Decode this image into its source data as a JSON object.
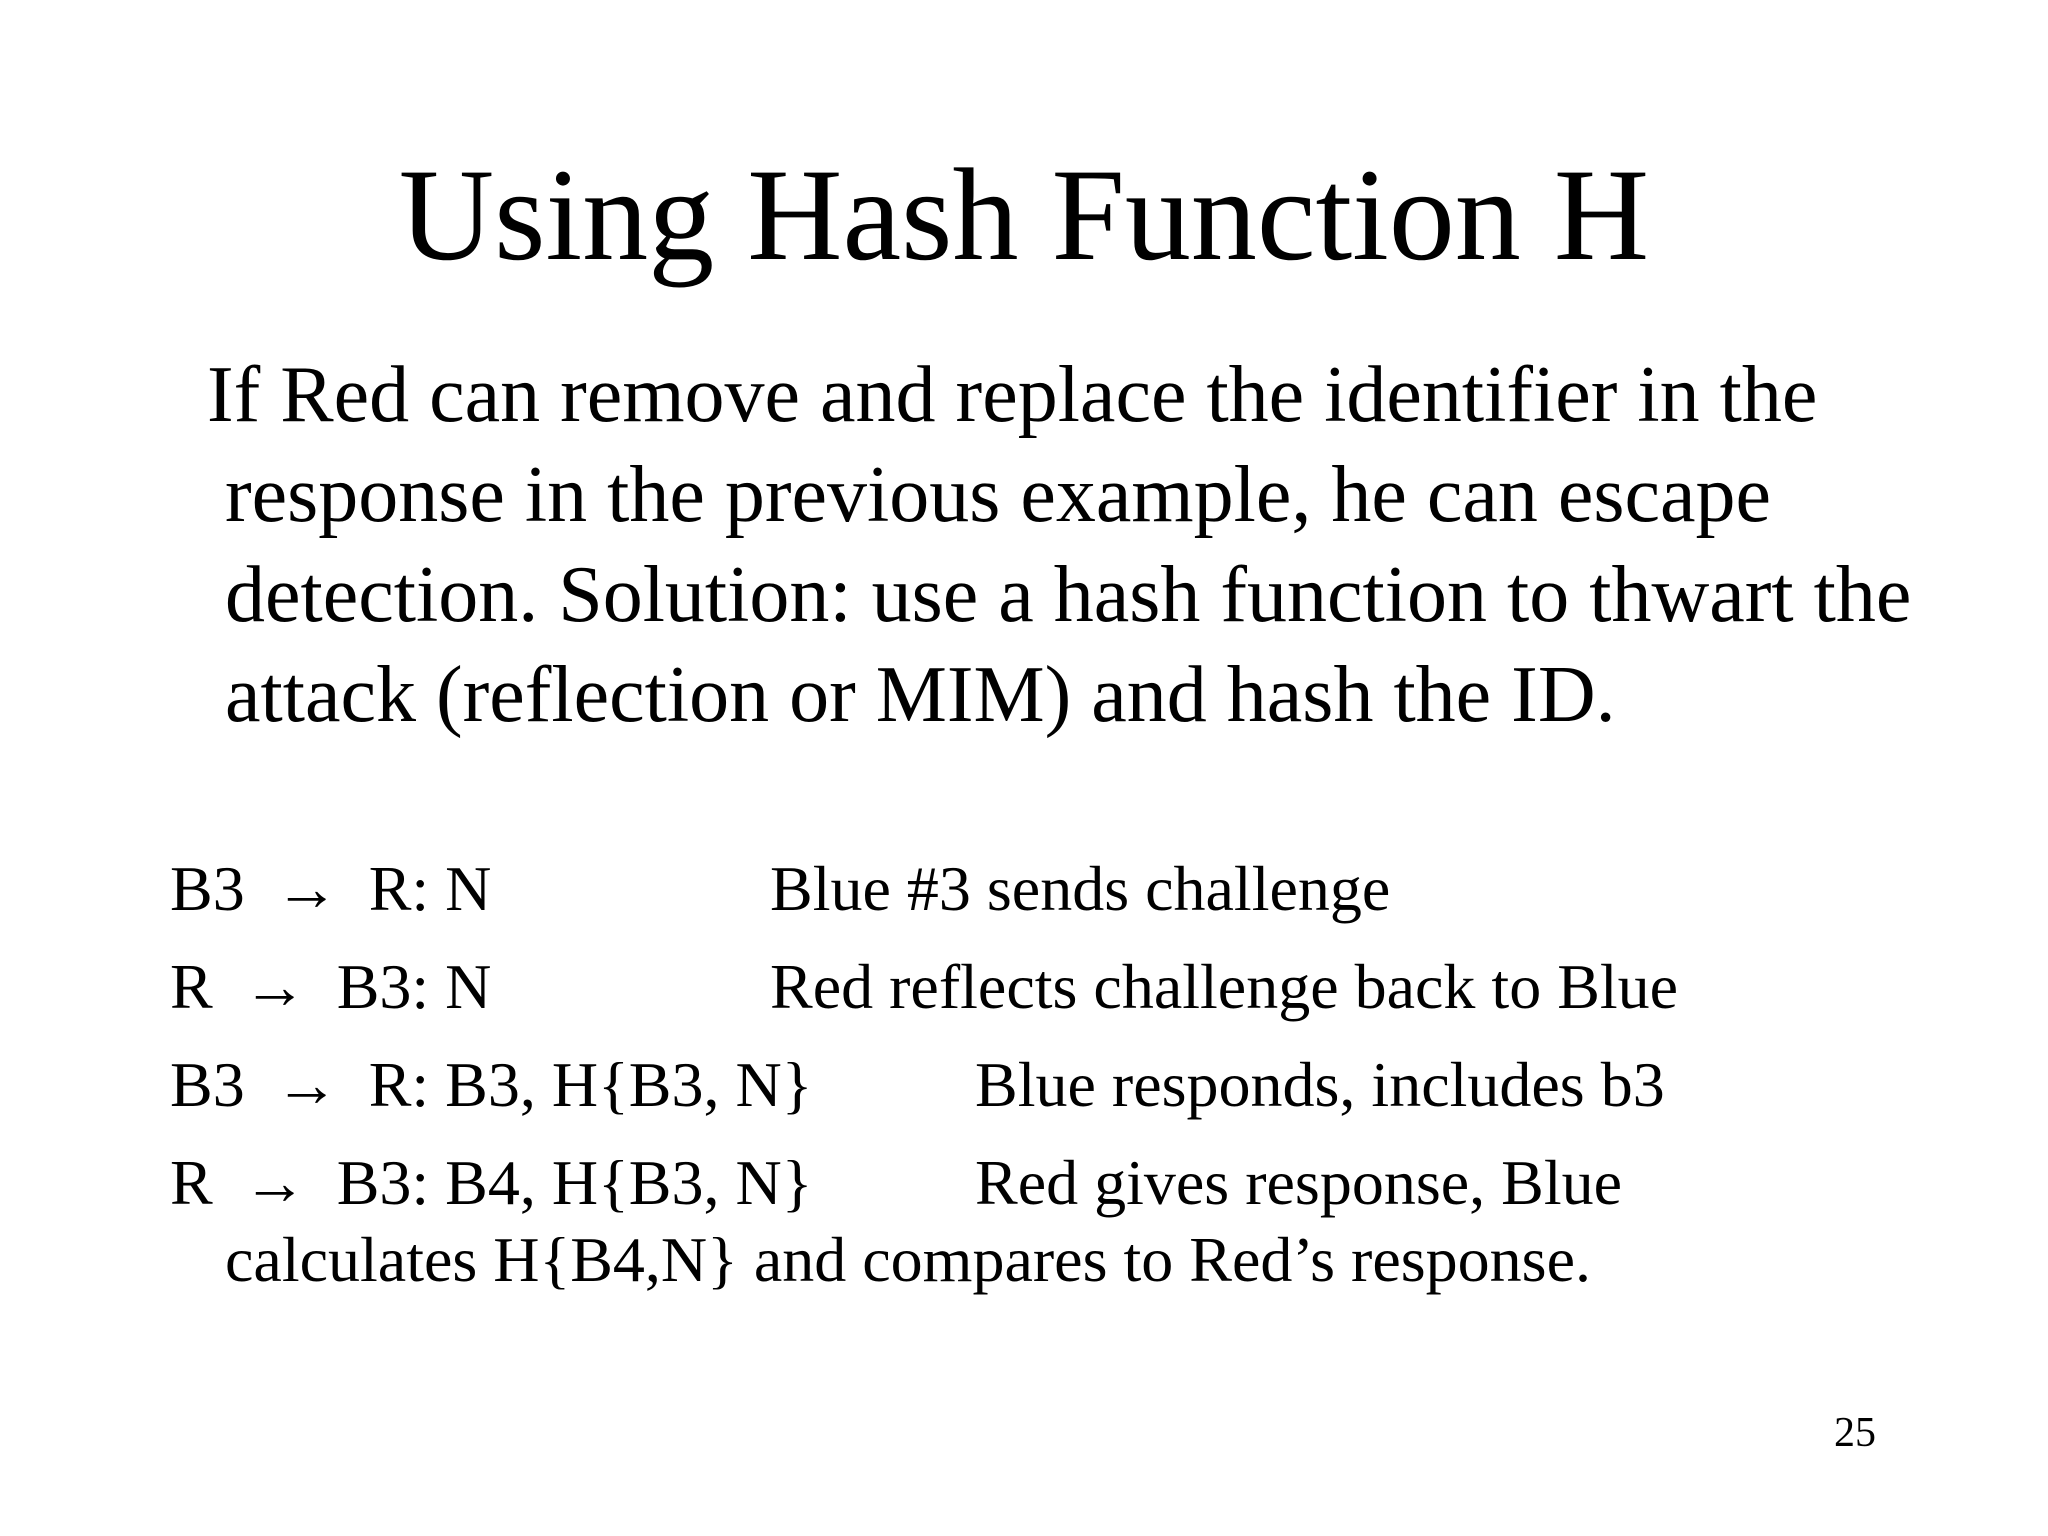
{
  "slide": {
    "title": "Using Hash Function H",
    "paragraph_lines": [
      "If Red can remove and replace the identifier in the",
      "response in the previous example, he can escape",
      "detection. Solution: use a hash function to thwart the",
      "attack (reflection or MIM) and hash the ID."
    ],
    "protocol": {
      "lines": [
        {
          "lhs": "B3",
          "arrow": "→",
          "rhs": "R: N",
          "desc": "Blue #3 sends challenge",
          "continuation": ""
        },
        {
          "lhs": "R",
          "arrow": "→",
          "rhs": "B3: N",
          "desc": "Red reflects challenge back to Blue",
          "continuation": ""
        },
        {
          "lhs": "B3",
          "arrow": "→",
          "rhs": "R: B3, H{B3, N}",
          "desc": "Blue responds, includes b3",
          "continuation": ""
        },
        {
          "lhs": "R",
          "arrow": "→",
          "rhs": "B3: B4, H{B3, N}",
          "desc": "Red gives response, Blue",
          "continuation": "calculates H{B4,N} and compares to Red’s response."
        }
      ]
    },
    "page_number": "25",
    "colors": {
      "background": "#ffffff",
      "text": "#000000"
    }
  }
}
